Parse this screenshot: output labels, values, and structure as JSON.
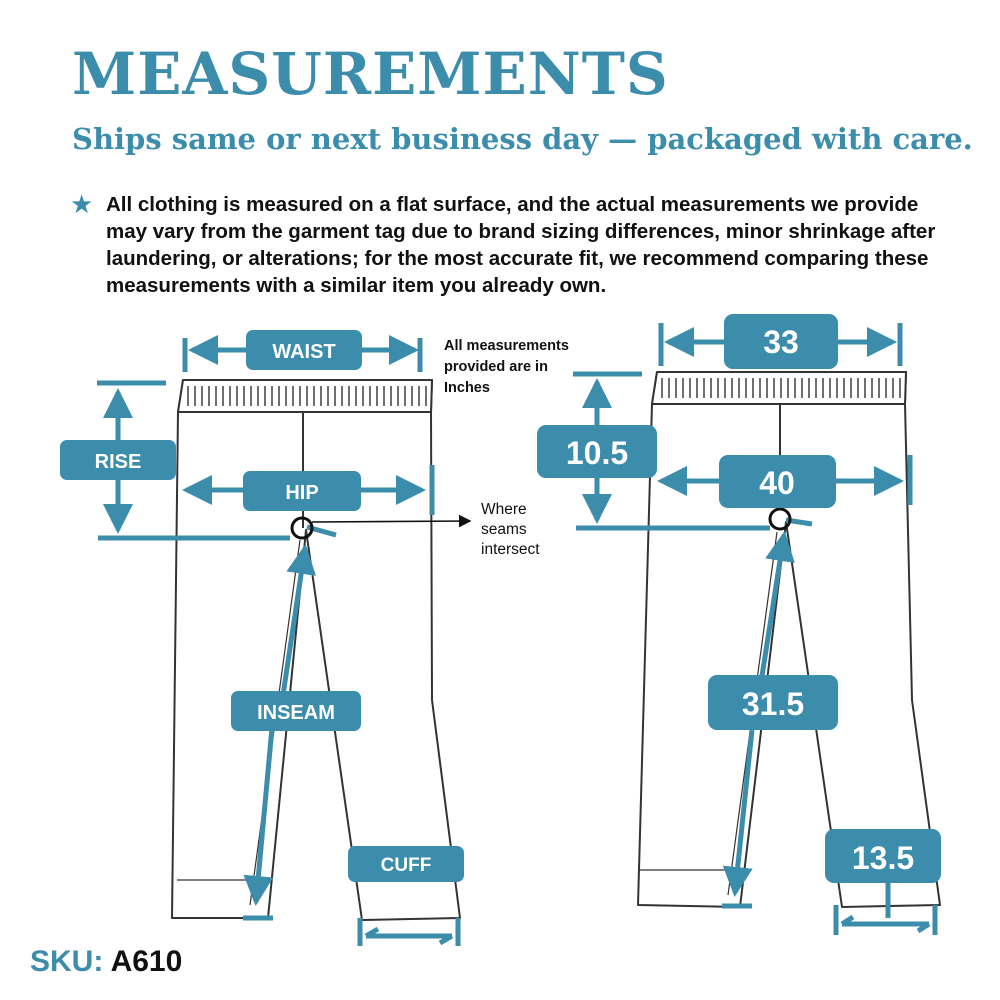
{
  "title": "MEASUREMENTS",
  "subtitle": "Ships same or next business day — packaged with care.",
  "note": {
    "icon": "star-icon",
    "text": "All clothing is measured on a flat surface, and the actual measurements we provide may vary from the garment tag due to brand sizing differences, minor shrinkage after laundering, or alterations; for the most accurate fit, we recommend comparing these measurements with a similar item you already own."
  },
  "unit_note": [
    "All measurements",
    "provided are in",
    "Inches"
  ],
  "seam_note": [
    "Where",
    "seams",
    "intersect"
  ],
  "guide": {
    "waist": "WAIST",
    "rise": "RISE",
    "hip": "HIP",
    "inseam": "INSEAM",
    "cuff": "CUFF"
  },
  "values": {
    "waist": "33",
    "rise": "10.5",
    "hip": "40",
    "inseam": "31.5",
    "cuff": "13.5"
  },
  "sku": {
    "label": "SKU:",
    "value": "A610"
  },
  "colors": {
    "accent": "#3b8dab",
    "text": "#111111",
    "outline": "#333333"
  }
}
